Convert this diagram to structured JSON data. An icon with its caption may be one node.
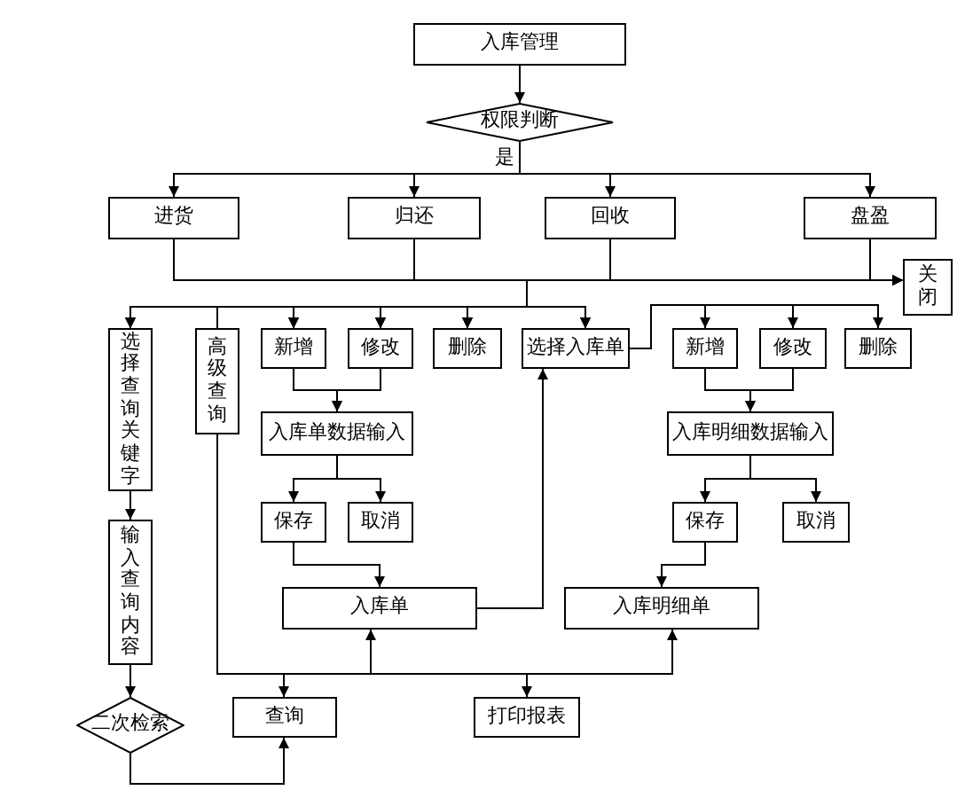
{
  "diagram": {
    "nodes": [
      {
        "text": [
          "入库管理"
        ]
      },
      {
        "text": [
          "权限判断"
        ]
      },
      {
        "text": [
          "进货"
        ]
      },
      {
        "text": [
          "归还"
        ]
      },
      {
        "text": [
          "回收"
        ]
      },
      {
        "text": [
          "盘盈"
        ]
      },
      {
        "text": [
          "关闭"
        ]
      },
      {
        "text": [
          "选择查询关键字"
        ]
      },
      {
        "text": [
          "高级查询"
        ]
      },
      {
        "text": [
          "新增"
        ]
      },
      {
        "text": [
          "修改"
        ]
      },
      {
        "text": [
          "删除"
        ]
      },
      {
        "text": [
          "选择入库单"
        ]
      },
      {
        "text": [
          "新增"
        ]
      },
      {
        "text": [
          "修改"
        ]
      },
      {
        "text": [
          "删除"
        ]
      },
      {
        "text": [
          "入库单数据输入"
        ]
      },
      {
        "text": [
          "入库明细数据输入"
        ]
      },
      {
        "text": [
          "保存"
        ]
      },
      {
        "text": [
          "取消"
        ]
      },
      {
        "text": [
          "保存"
        ]
      },
      {
        "text": [
          "取消"
        ]
      },
      {
        "text": [
          "输入查询内容"
        ]
      },
      {
        "text": [
          "入库单"
        ]
      },
      {
        "text": [
          "入库明细单"
        ]
      },
      {
        "text": [
          "二次检索"
        ]
      },
      {
        "text": [
          "查询"
        ]
      },
      {
        "text": [
          "打印报表"
        ]
      }
    ],
    "edges": [
      {
        "from": 0,
        "to": 1,
        "arrow": "to"
      },
      {
        "from": 1,
        "to": 2,
        "arrow": "to",
        "label": "是"
      },
      {
        "from": 1,
        "to": 3,
        "arrow": "to"
      },
      {
        "from": 1,
        "to": 4,
        "arrow": "to"
      },
      {
        "from": 1,
        "to": 5,
        "arrow": "to"
      },
      {
        "from": 2,
        "to": 6,
        "arrow": "to"
      },
      {
        "from": 2,
        "to": 7,
        "arrow": "to"
      },
      {
        "from": 2,
        "to": 8,
        "arrow": "none"
      },
      {
        "from": 2,
        "to": 9,
        "arrow": "to"
      },
      {
        "from": 2,
        "to": 10,
        "arrow": "to"
      },
      {
        "from": 2,
        "to": 11,
        "arrow": "to"
      },
      {
        "from": 2,
        "to": 12,
        "arrow": "to"
      },
      {
        "from": 3,
        "to": 6,
        "arrow": "to"
      },
      {
        "from": 3,
        "to": 7,
        "arrow": "to"
      },
      {
        "from": 3,
        "to": 8,
        "arrow": "none"
      },
      {
        "from": 3,
        "to": 9,
        "arrow": "to"
      },
      {
        "from": 3,
        "to": 10,
        "arrow": "to"
      },
      {
        "from": 3,
        "to": 11,
        "arrow": "to"
      },
      {
        "from": 3,
        "to": 12,
        "arrow": "to"
      },
      {
        "from": 4,
        "to": 6,
        "arrow": "to"
      },
      {
        "from": 4,
        "to": 7,
        "arrow": "to"
      },
      {
        "from": 4,
        "to": 8,
        "arrow": "none"
      },
      {
        "from": 4,
        "to": 9,
        "arrow": "to"
      },
      {
        "from": 4,
        "to": 10,
        "arrow": "to"
      },
      {
        "from": 4,
        "to": 11,
        "arrow": "to"
      },
      {
        "from": 4,
        "to": 12,
        "arrow": "to"
      },
      {
        "from": 5,
        "to": 6,
        "arrow": "to"
      },
      {
        "from": 5,
        "to": 7,
        "arrow": "to"
      },
      {
        "from": 5,
        "to": 8,
        "arrow": "none"
      },
      {
        "from": 5,
        "to": 9,
        "arrow": "to"
      },
      {
        "from": 5,
        "to": 10,
        "arrow": "to"
      },
      {
        "from": 5,
        "to": 11,
        "arrow": "to"
      },
      {
        "from": 5,
        "to": 12,
        "arrow": "to"
      },
      {
        "from": 12,
        "to": 13,
        "arrow": "to"
      },
      {
        "from": 12,
        "to": 14,
        "arrow": "to"
      },
      {
        "from": 12,
        "to": 15,
        "arrow": "to"
      },
      {
        "from": 9,
        "to": 16,
        "arrow": "to"
      },
      {
        "from": 10,
        "to": 16,
        "arrow": "to"
      },
      {
        "from": 13,
        "to": 17,
        "arrow": "to"
      },
      {
        "from": 14,
        "to": 17,
        "arrow": "to"
      },
      {
        "from": 16,
        "to": 18,
        "arrow": "to"
      },
      {
        "from": 16,
        "to": 19,
        "arrow": "to"
      },
      {
        "from": 17,
        "to": 20,
        "arrow": "to"
      },
      {
        "from": 17,
        "to": 21,
        "arrow": "to"
      },
      {
        "from": 18,
        "to": 23,
        "arrow": "to"
      },
      {
        "from": 20,
        "to": 24,
        "arrow": "to"
      },
      {
        "from": 23,
        "to": 12,
        "arrow": "to"
      },
      {
        "from": 8,
        "to": 26,
        "arrow": "to"
      },
      {
        "from": 8,
        "to": 23,
        "arrow": "to"
      },
      {
        "from": 8,
        "to": 24,
        "arrow": "to"
      },
      {
        "from": 8,
        "to": 27,
        "arrow": "to"
      },
      {
        "from": 7,
        "to": 22,
        "arrow": "to"
      },
      {
        "from": 22,
        "to": 25,
        "arrow": "to"
      },
      {
        "from": 25,
        "to": 26,
        "arrow": "to"
      }
    ]
  }
}
